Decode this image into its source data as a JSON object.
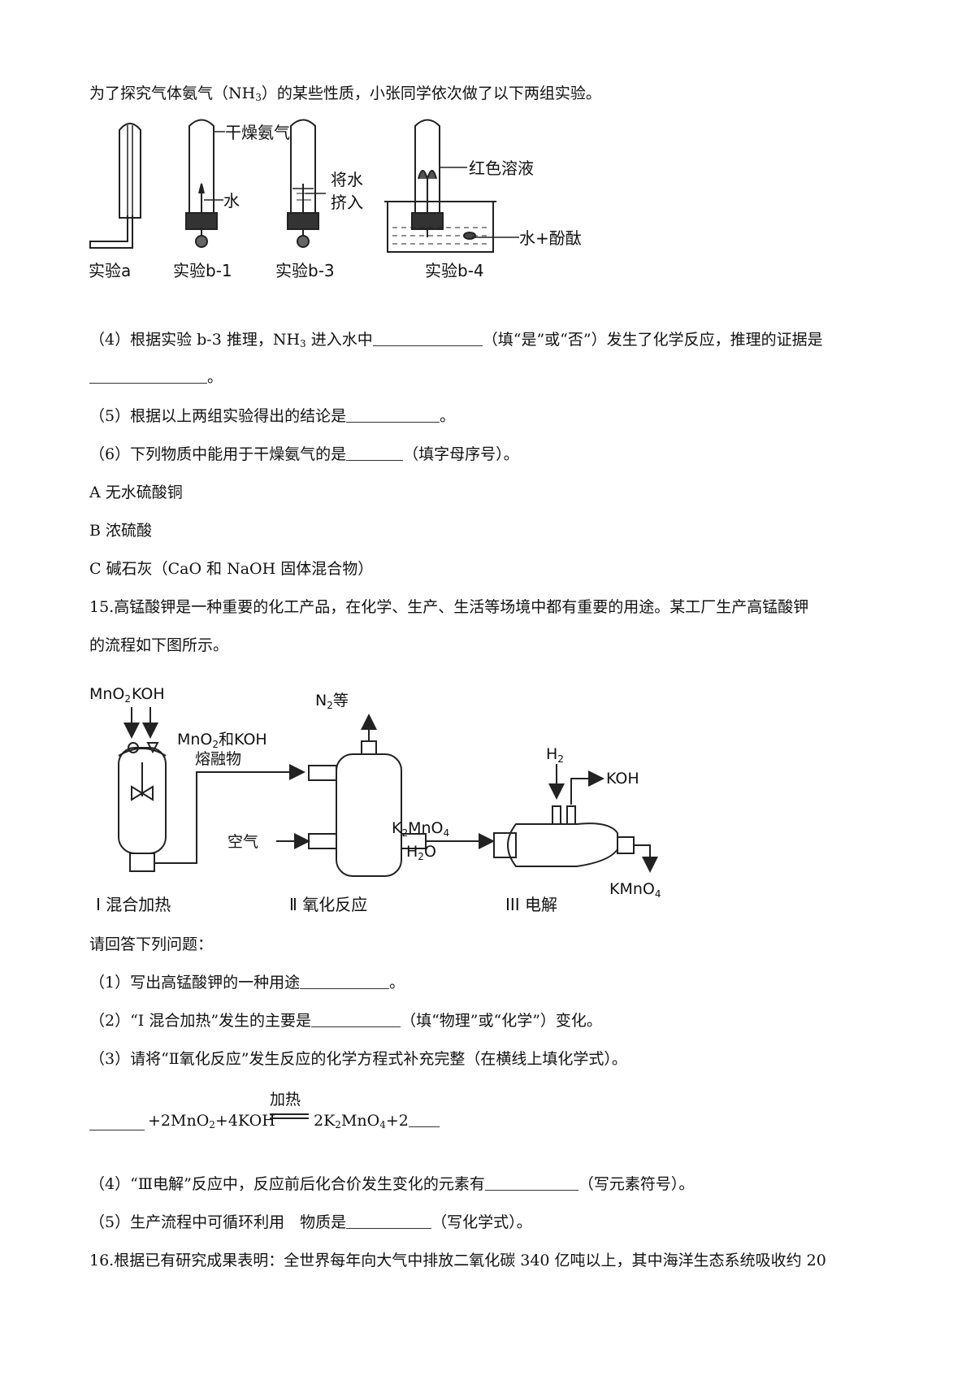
{
  "intro": {
    "text1": "为了探究气体氨气（NH",
    "sub": "3",
    "text2": "）的某些性质，小张同学依次做了以下两组实验。"
  },
  "fig1": {
    "label_a": "实验a",
    "label_b1": "实验b-1",
    "label_b3": "实验b-3",
    "label_b4": "实验b-4",
    "dry_ammonia": "干燥氨气",
    "water": "水",
    "squeeze_1": "将水",
    "squeeze_2": "挤入",
    "red_solution": "红色溶液",
    "water_phenol": "水+酚酞"
  },
  "q4": {
    "text1": "（4）根据实验 b-3 推理，NH",
    "sub": "3",
    "text2": " 进入水中",
    "text3": "（填“是”或“否”）发生了化学反应，推理的证据是",
    "end": "。"
  },
  "q5": {
    "text1": "（5）根据以上两组实验得出的结论是",
    "end": "。"
  },
  "q6": {
    "text1": "（6）下列物质中能用于干燥氨气的是",
    "text2": "（填字母序号）。"
  },
  "options": [
    "A  无水硫酸铜",
    "B  浓硫酸",
    "C  碱石灰（CaO 和 NaOH 固体混合物）"
  ],
  "q15": {
    "line1": "15.高锰酸钾是一种重要的化工产品，在化学、生产、生活等场境中都有重要的用途。某工厂生产高锰酸钾",
    "line2": "的流程如下图所示。"
  },
  "fig2": {
    "mno2": "MnO",
    "koh": "KOH",
    "melt_1": "MnO",
    "melt_1b": "和KOH",
    "melt_2": "熔融物",
    "n2": "N",
    "n2_suffix": "等",
    "air": "空气",
    "k2mno4": "K",
    "k2mno4_b": "MnO",
    "h2o": "H",
    "h2o_b": "O",
    "h2": "H",
    "koh_out": "KOH",
    "kmno4": "KMnO",
    "stage1": "I 混合加热",
    "stage2": "Ⅱ 氧化反应",
    "stage3": "III 电解"
  },
  "answer_prompt": "请回答下列问题：",
  "sub_q1": {
    "text1": "（1）写出高锰酸钾的一种用途",
    "end": "。"
  },
  "sub_q2": {
    "text1": "（2）“I 混合加热”发生的主要是",
    "text2": "（填“物理”或“化学”）变化。"
  },
  "sub_q3": {
    "text": "（3）请将“Ⅱ氧化反应”发生反应的化学方程式补充完整（在横线上填化学式）。"
  },
  "equation": {
    "condition": "加热",
    "left": "+2MnO",
    "left2": "+4KOH",
    "right1": "2K",
    "right2": "MnO",
    "right3": "+2"
  },
  "sub_q4": {
    "text1": "（4）“Ⅲ电解”反应中，反应前后化合价发生变化的元素有",
    "text2": "（写元素符号）。"
  },
  "sub_q5": {
    "text1": "（5）生产流程中可循环利用　物质是",
    "text2": "（写化学式）。"
  },
  "q16": {
    "line1": "16.根据已有研究成果表明：全世界每年向大气中排放二氧化碳 340 亿吨以上，其中海洋生态系统吸收约 20"
  }
}
